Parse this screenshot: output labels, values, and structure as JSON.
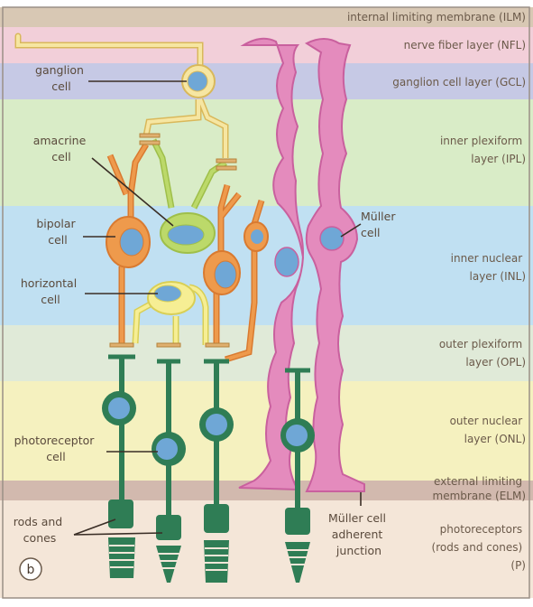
{
  "layers": [
    {
      "lines": [
        "internal limiting membrane (ILM)"
      ],
      "color": "#d8c8b4"
    },
    {
      "lines": [
        "nerve fiber layer (NFL)"
      ],
      "color": "#f2cfd9"
    },
    {
      "lines": [
        "ganglion cell layer (GCL)"
      ],
      "color": "#c6c9e5"
    },
    {
      "lines": [
        "inner plexiform",
        "layer (IPL)"
      ],
      "color": "#d9ecc7"
    },
    {
      "lines": [
        "inner nuclear",
        "layer (INL)"
      ],
      "color": "#c0e0f2"
    },
    {
      "lines": [
        "outer plexiform",
        "layer (OPL)"
      ],
      "color": "#e0ead8"
    },
    {
      "lines": [
        "outer nuclear",
        "layer (ONL)"
      ],
      "color": "#f5f1bf"
    },
    {
      "lines": [
        "external limiting",
        "membrane (ELM)"
      ],
      "color": "#d2b9ae"
    },
    {
      "lines": [
        "photoreceptors",
        "(rods and cones)",
        "(P)"
      ],
      "color": "#f4e6d8"
    }
  ],
  "cell_labels": [
    {
      "lines": [
        "ganglion",
        "cell"
      ]
    },
    {
      "lines": [
        "amacrine",
        "cell"
      ]
    },
    {
      "lines": [
        "bipolar",
        "cell"
      ]
    },
    {
      "lines": [
        "horizontal",
        "cell"
      ]
    },
    {
      "lines": [
        "photoreceptor",
        "cell"
      ]
    },
    {
      "lines": [
        "rods and",
        "cones"
      ]
    },
    {
      "lines": [
        "Müller",
        "cell"
      ]
    },
    {
      "lines": [
        "Müller cell",
        "adherent",
        "junction"
      ]
    }
  ],
  "panel_letter": "b",
  "colors": {
    "ganglion": "#f6e6a2",
    "ganglion_stroke": "#d9b85a",
    "nucleus": "#6fa7d6",
    "amacrine": "#bcd96a",
    "bipolar": "#ee9a4c",
    "horizontal": "#f6ee94",
    "photoreceptor": "#2f7d55",
    "muller": "#e48bbd",
    "muller_stroke": "#c9609e"
  }
}
